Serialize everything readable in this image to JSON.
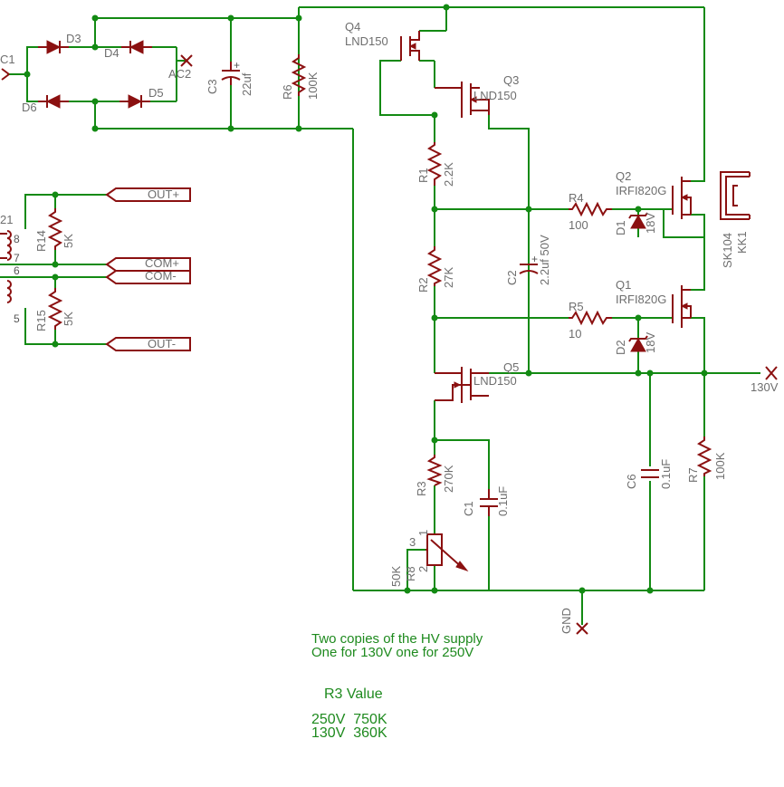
{
  "components": {
    "C1_left": "C1",
    "D3": "D3",
    "D4": "D4",
    "D5": "D5",
    "D6": "D6",
    "AC2": "AC2",
    "C3": "C3",
    "C3_val": "22uf",
    "R6": "R6",
    "R6_val": "100K",
    "Q4": "Q4",
    "Q4_type": "LND150",
    "Q3": "Q3",
    "Q3_type": "LND150",
    "R1": "R1",
    "R1_val": "2.2K",
    "R4": "R4",
    "R4_val": "100",
    "Q2": "Q2",
    "Q2_type": "IRFI820G",
    "D1": "D1",
    "D1_val": "18V",
    "SK104": "SK104",
    "KK1": "KK1",
    "R2": "R2",
    "R2_val": "27K",
    "C2": "C2",
    "C2_val": "2.2uf 50V",
    "R5": "R5",
    "R5_val": "10",
    "Q1": "Q1",
    "Q1_type": "IRFI820G",
    "D2": "D2",
    "D2_val": "18V",
    "Q5": "Q5",
    "Q5_type": "LND150",
    "out_130": "130V",
    "R3": "R3",
    "R3_val": "270K",
    "C1": "C1",
    "C1_val": "0.1uF",
    "C6": "C6",
    "C6_val": "0.1uF",
    "R7": "R7",
    "R7_val": "100K",
    "R8": "R8",
    "R8_val": "50K",
    "R8_pin1": "1",
    "R8_pin2": "2",
    "R8_pin3": "3",
    "GND": "GND",
    "R14": "R14",
    "R14_val": "5K",
    "R15": "R15",
    "R15_val": "5K",
    "T_ref": "21",
    "pin8": "8",
    "pin7": "7",
    "pin6": "6",
    "pin5": "5",
    "OUT_plus": "OUT+",
    "COM_plus": "COM+",
    "COM_minus": "COM-",
    "OUT_minus": "OUT-"
  },
  "notes": {
    "line1": "Two copies of the HV supply",
    "line2": "One for 130V one for 250V",
    "r3_title": "R3 Value",
    "r3_row1": "250V  750K",
    "r3_row2": "130V  360K"
  }
}
